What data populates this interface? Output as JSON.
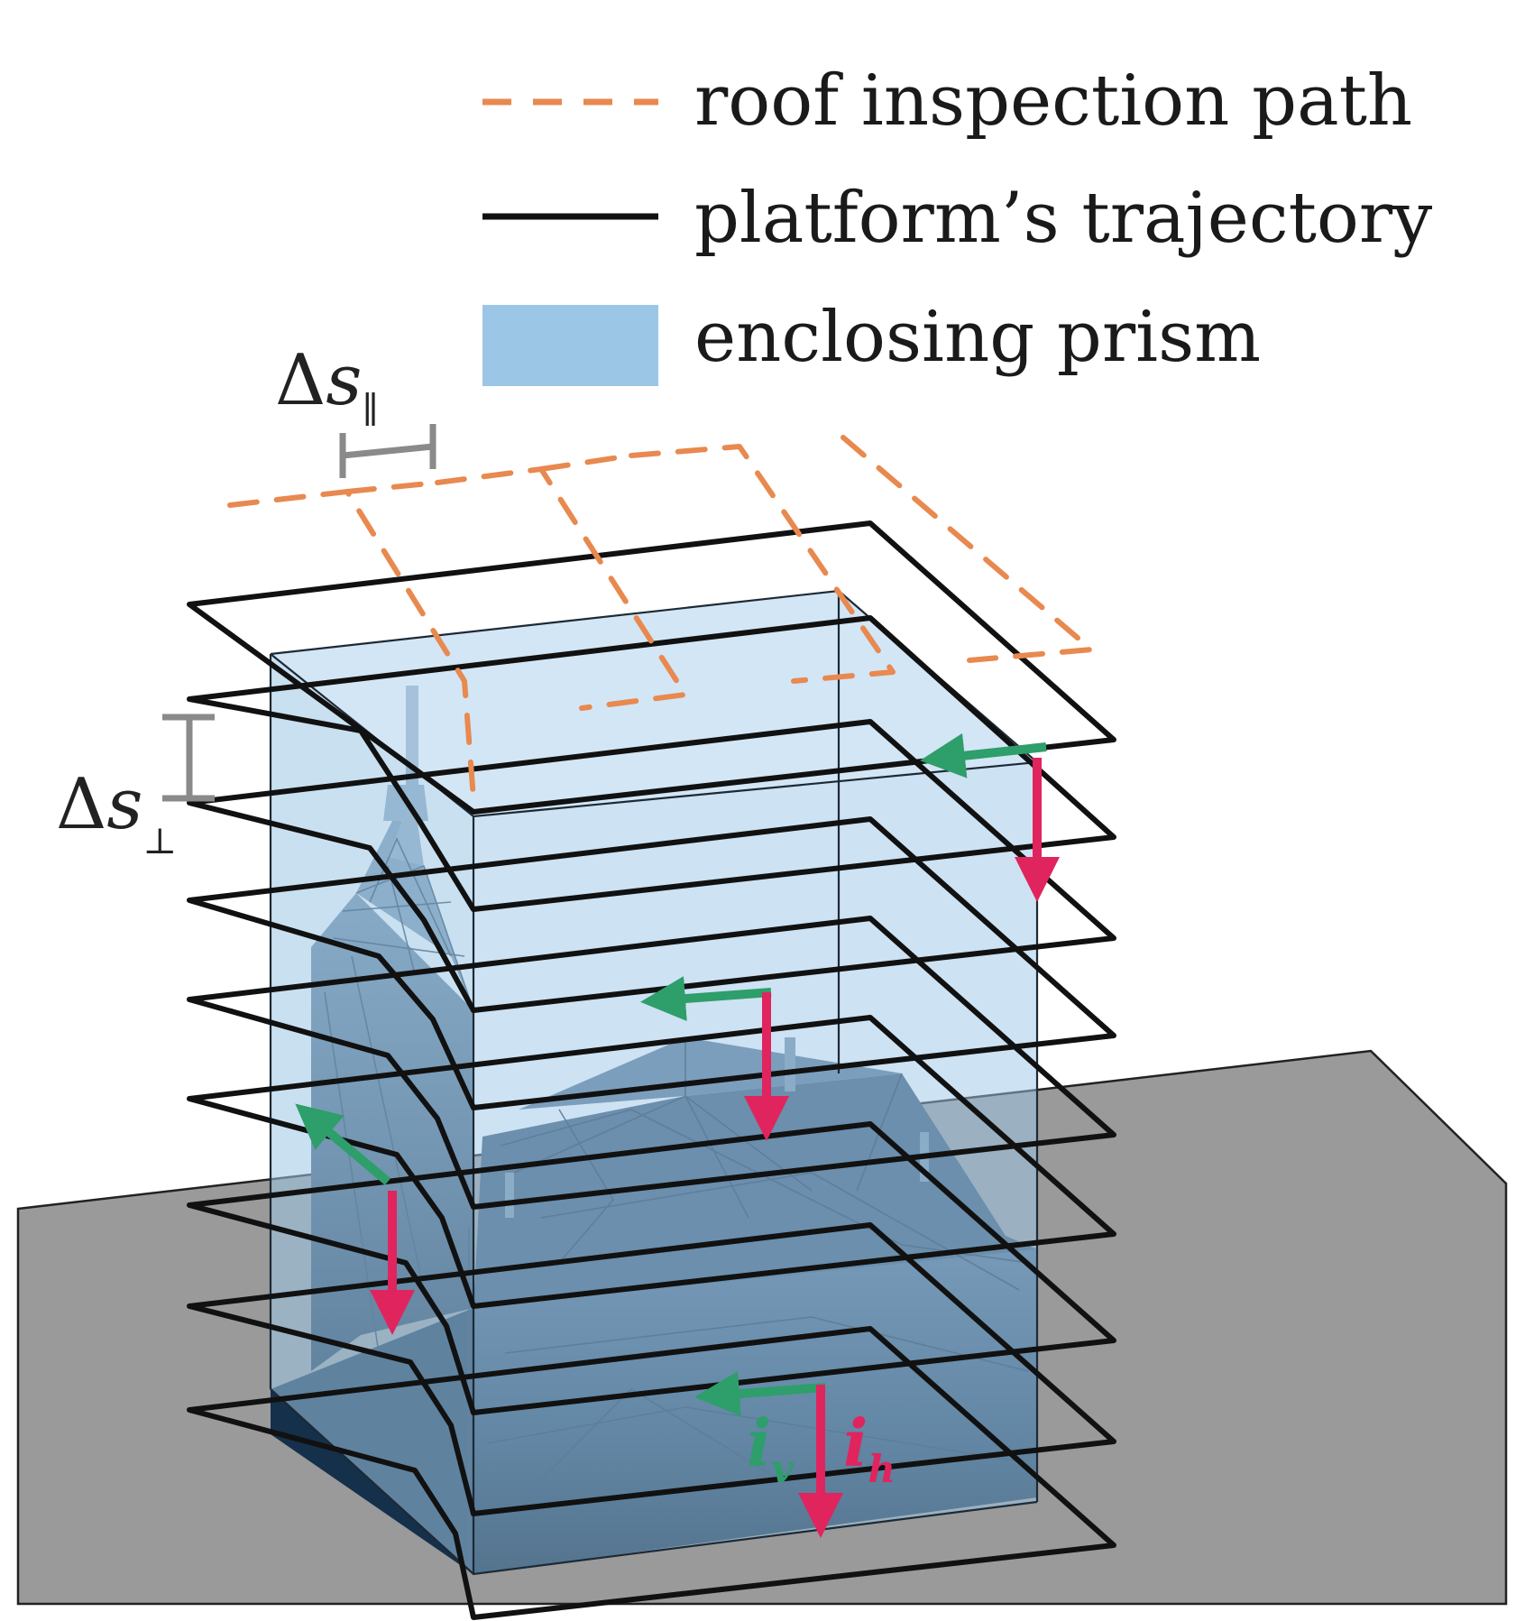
{
  "legend": {
    "roof_path_label": "roof inspection path",
    "trajectory_label": "platform’s trajectory",
    "prism_label": "enclosing prism"
  },
  "annotations": {
    "delta_parallel": {
      "delta": "Δ",
      "s": "s",
      "sub": "∥"
    },
    "delta_perp": {
      "delta": "Δ",
      "s": "s",
      "sub": "⊥"
    },
    "iv": {
      "i": "i",
      "sub": "v"
    },
    "ih": {
      "i": "i",
      "sub": "h"
    }
  },
  "colors": {
    "roof_path": "#e8894f",
    "trajectory": "#111111",
    "prism": "#9cc6e6",
    "ground": "#9a9a9a",
    "building": "#1f3a52",
    "arrow_horizontal": "#2e9e6b",
    "arrow_vertical": "#e0245e",
    "dimension": "#8a8a8a"
  }
}
